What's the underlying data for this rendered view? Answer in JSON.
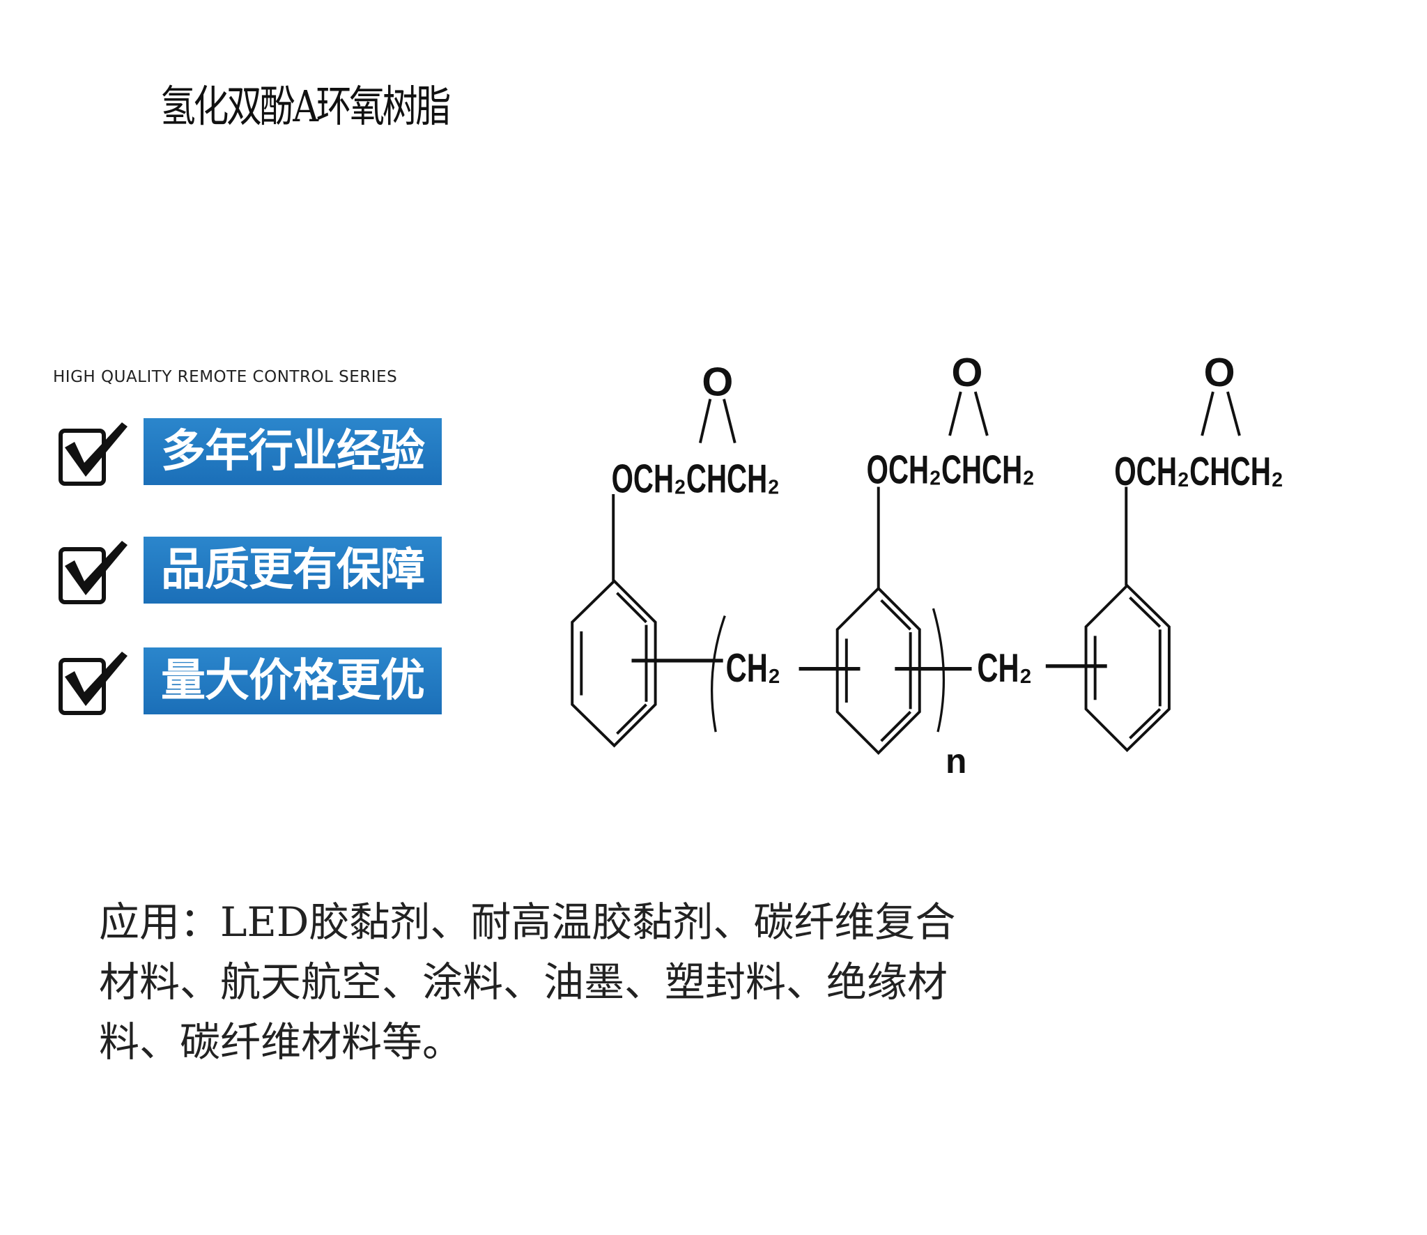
{
  "title": "氢化双酚A环氧树脂",
  "series_label": "HIGH QUALITY REMOTE CONTROL SERIES",
  "features": [
    {
      "label": "多年行业经验",
      "icon": "checkbox-checked-icon"
    },
    {
      "label": "品质更有保障",
      "icon": "checkbox-checked-icon"
    },
    {
      "label": "量大价格更优",
      "icon": "checkbox-checked-icon"
    }
  ],
  "colors": {
    "banner": "#1f77c0",
    "text": "#111111"
  },
  "structure": {
    "oxygen": "O",
    "glycidyl": "OCH₂CHCH₂",
    "methylene": "CH₂",
    "repeat": "n"
  },
  "application": {
    "lines": [
      "应用：LED胶黏剂、耐高温胶黏剂、碳纤维复合",
      "材料、航天航空、涂料、油墨、塑封料、绝缘材",
      "料、碳纤维材料等。"
    ]
  }
}
